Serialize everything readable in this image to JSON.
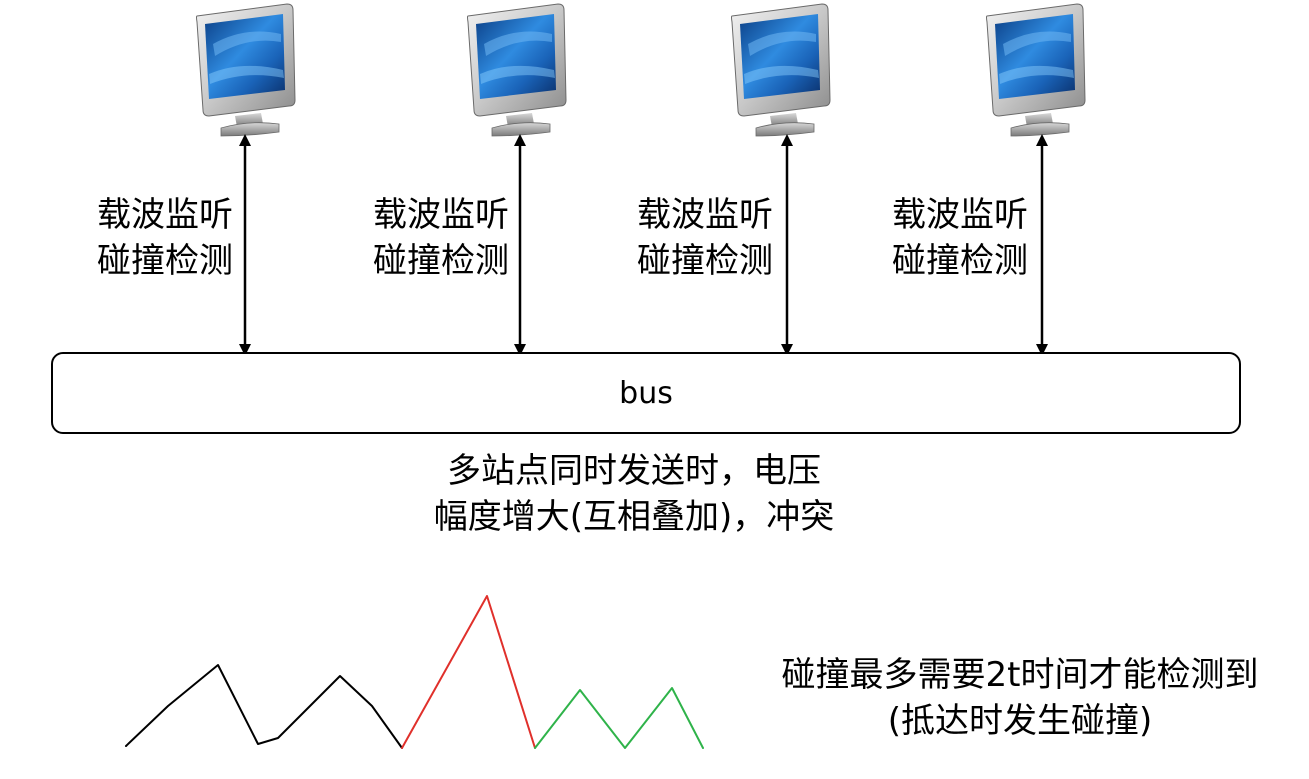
{
  "stations": [
    {
      "label_line1": "载波监听",
      "label_line2": "碰撞检测"
    },
    {
      "label_line1": "载波监听",
      "label_line2": "碰撞检测"
    },
    {
      "label_line1": "载波监听",
      "label_line2": "碰撞检测"
    },
    {
      "label_line1": "载波监听",
      "label_line2": "碰撞检测"
    }
  ],
  "icons": {
    "station": "computer-monitor-icon",
    "link": "double-arrow-icon"
  },
  "bus": {
    "label": "bus"
  },
  "center_note": {
    "line1": "多站点同时发送时，电压",
    "line2": "幅度增大(互相叠加)，冲突"
  },
  "collision_note": {
    "line1": "碰撞最多需要2t时间才能检测到",
    "line2": "(抵达时发生碰撞)"
  },
  "signal_colors": {
    "normal": "#000000",
    "collision": "#e0302b",
    "after": "#2fb34a"
  }
}
